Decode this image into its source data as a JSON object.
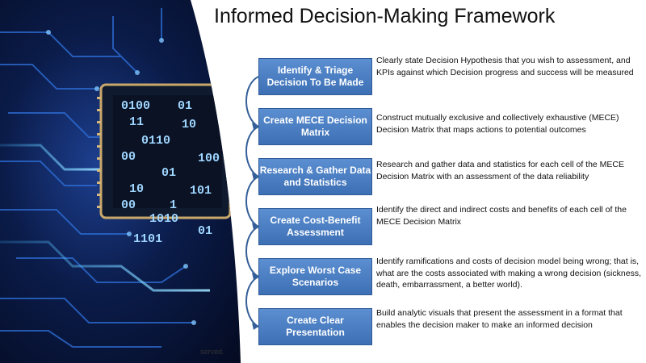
{
  "title": "Informed Decision-Making Framework",
  "footer_fragment": "served.",
  "colors": {
    "box_fill": "#4a7fc6",
    "box_border": "#2f5b98",
    "connector": "#355f99",
    "box_text": "#ffffff"
  },
  "circuit_digits": [
    "0100",
    "01",
    "11",
    "10",
    "0110",
    "00",
    "100",
    "01",
    "10",
    "101",
    "00",
    "1",
    "1010",
    "01",
    "1101"
  ],
  "steps": [
    {
      "label": "Identify & Triage Decision To Be Made",
      "description": "Clearly state Decision Hypothesis that you wish to assessment, and KPIs against which Decision progress and success will be measured"
    },
    {
      "label": "Create MECE Decision Matrix",
      "description": "Construct mutually exclusive and collectively exhaustive (MECE) Decision Matrix that maps actions to potential outcomes"
    },
    {
      "label": "Research & Gather Data and Statistics",
      "description": "Research and gather data and statistics for each cell of the MECE Decision Matrix with an assessment of the data reliability"
    },
    {
      "label": "Create Cost-Benefit Assessment",
      "description": "Identify the direct and indirect costs and benefits of each cell of the MECE Decision Matrix"
    },
    {
      "label": "Explore Worst Case Scenarios",
      "description": "Identify ramifications and costs of decision model being wrong; that is, what are the costs associated with making a wrong decision (sickness, death, embarrassment, a better world)."
    },
    {
      "label": "Create Clear Presentation",
      "description": "Build analytic visuals that present the assessment in a format that enables the decision maker to make an informed decision"
    }
  ]
}
